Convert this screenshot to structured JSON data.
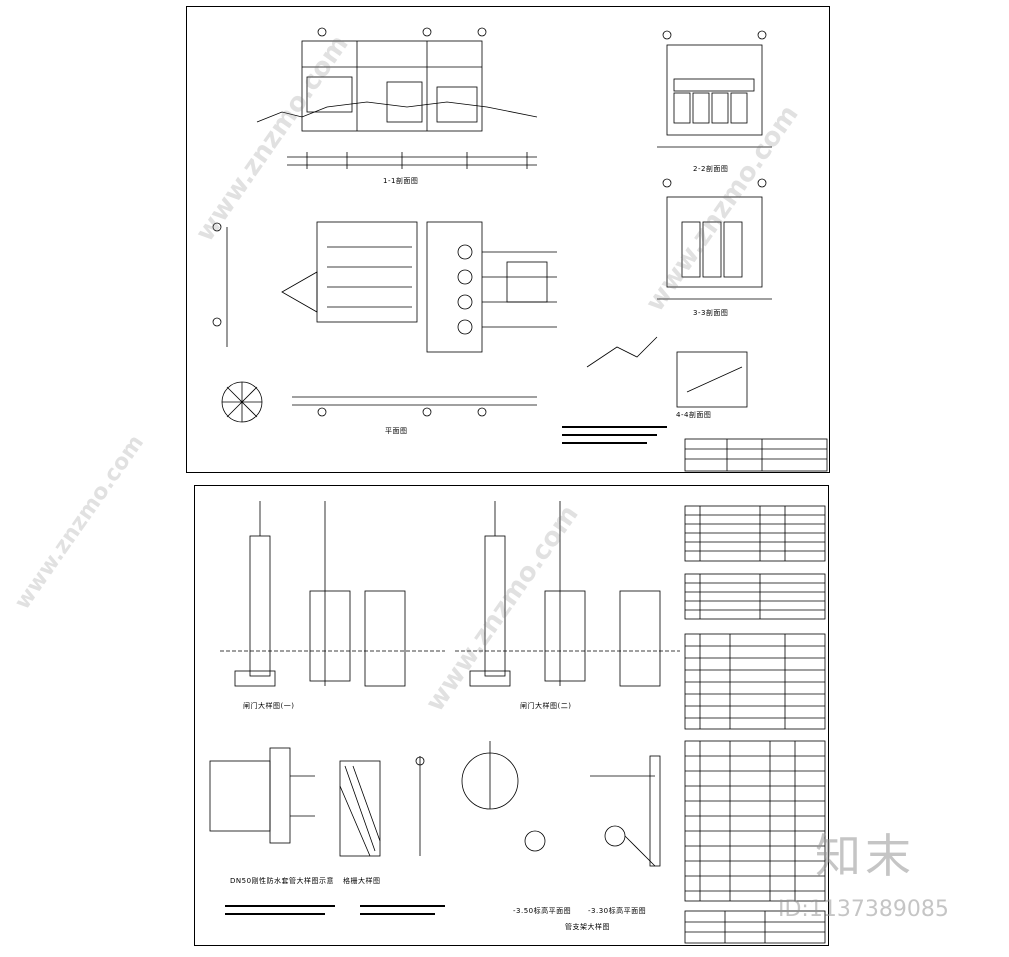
{
  "sheet1": {
    "views": {
      "section_1": "1-1剖面图",
      "section_2": "2-2剖面图",
      "section_3": "3-3剖面图",
      "section_4": "4-4剖面图",
      "plan": "平面图"
    }
  },
  "sheet2": {
    "details": {
      "gate_1": "闸门大样图(一)",
      "gate_2": "闸门大样图(二)",
      "pipe_sleeve": "DN50刚性防水套管大样图示意",
      "grille": "格栅大样图",
      "elev_1": "-3.50标高平面图",
      "elev_2": "-3.30标高平面图",
      "pipe_support": "管支架大样图"
    }
  },
  "watermark": {
    "site": "www.znzmo.com",
    "brand": "知末",
    "id": "ID:1137389085"
  }
}
